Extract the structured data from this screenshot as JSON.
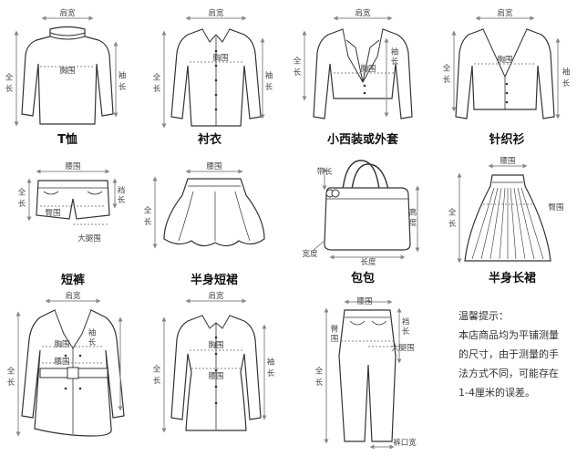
{
  "garments": [
    {
      "id": "tshirt",
      "caption": "T恤",
      "labels": {
        "shoulder": "肩宽",
        "chest": "胸围",
        "length": "全长",
        "sleeve": "袖长"
      }
    },
    {
      "id": "shirt",
      "caption": "衬衣",
      "labels": {
        "shoulder": "肩宽",
        "chest": "胸围",
        "length": "全长",
        "sleeve": "袖长"
      }
    },
    {
      "id": "blazer",
      "caption": "小西装或外套",
      "labels": {
        "shoulder": "肩宽",
        "chest": "胸围",
        "length": "全长",
        "sleeve": "袖长"
      }
    },
    {
      "id": "cardigan",
      "caption": "针织衫",
      "labels": {
        "shoulder": "肩宽",
        "chest": "胸围",
        "length": "全长",
        "sleeve": "袖长"
      }
    },
    {
      "id": "shorts",
      "caption": "短裤",
      "labels": {
        "waist": "腰围",
        "hip": "臀围",
        "length": "全长",
        "rise": "裆长",
        "thigh": "大腿围"
      }
    },
    {
      "id": "miniskirt",
      "caption": "半身短裙",
      "labels": {
        "waist": "腰围",
        "length": "全长"
      }
    },
    {
      "id": "bag",
      "caption": "包包",
      "labels": {
        "strap": "带长",
        "height": "高度",
        "length": "长度",
        "width": "宽度"
      }
    },
    {
      "id": "longskirt",
      "caption": "半身长裙",
      "labels": {
        "waist": "腰围",
        "hip": "臀围",
        "length": "全长"
      }
    },
    {
      "id": "coat",
      "caption": "",
      "labels": {
        "shoulder": "肩宽",
        "chest": "胸围",
        "waist": "腰围",
        "length": "全长",
        "sleeve": "袖长"
      }
    },
    {
      "id": "fitted",
      "caption": "",
      "labels": {
        "shoulder": "肩宽",
        "chest": "胸围",
        "waist": "腰围",
        "length": "全长",
        "sleeve": "袖长"
      }
    },
    {
      "id": "trousers",
      "caption": "",
      "labels": {
        "waist": "腰围",
        "hip": "臀围",
        "rise": "裆长",
        "thigh": "大腿围",
        "length": "全长",
        "hem": "裤口宽"
      }
    }
  ],
  "note": {
    "title": "温馨提示：",
    "lines": [
      "本店商品均为平铺测量",
      "的尺寸，由于测量的手",
      "法方式不同，可能存在",
      "1-4厘米的误差。"
    ]
  }
}
